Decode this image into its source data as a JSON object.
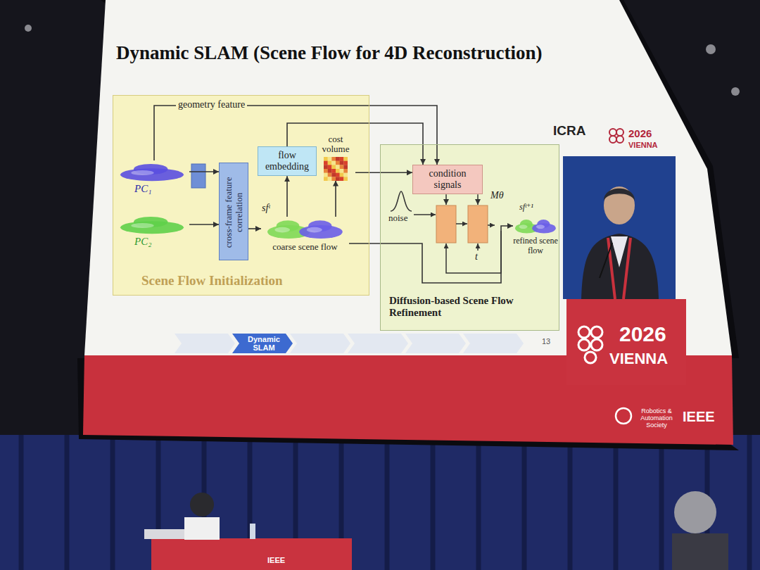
{
  "diagram": {
    "title": "Dynamic SLAM (Scene Flow for 4D Reconstruction)",
    "nodes": [
      {
        "text": [
          "Scene Flow Initialization"
        ]
      },
      {
        "text": [
          "PC₁"
        ],
        "in": 0
      },
      {
        "text": [
          "PC₂"
        ],
        "in": 0
      },
      {
        "text": [
          "cross-frame feature correlation"
        ],
        "in": 0
      },
      {
        "text": [
          "flow embedding"
        ],
        "in": 0
      },
      {
        "text": [
          "cost volume"
        ],
        "in": 0
      },
      {
        "text": [
          "coarse scene flow"
        ],
        "in": 0
      },
      {
        "text": [
          "Diffusion-based Scene Flow Refinement"
        ]
      },
      {
        "text": [
          "condition signals"
        ],
        "in": 7
      },
      {
        "text": [
          "refined scene flow"
        ],
        "in": 7
      }
    ],
    "edges": [
      {
        "from": 1,
        "to": 8,
        "label": "geometry feature",
        "arrow": "to"
      },
      {
        "from": 1,
        "to": 3,
        "arrow": "to"
      },
      {
        "from": 2,
        "to": 3,
        "arrow": "to"
      },
      {
        "from": 3,
        "to": 6,
        "arrow": "to"
      },
      {
        "from": 6,
        "to": 4,
        "arrow": "to"
      },
      {
        "from": 6,
        "to": 5,
        "arrow": "to"
      },
      {
        "from": 4,
        "to": 8,
        "arrow": "to"
      },
      {
        "from": 5,
        "to": 8,
        "arrow": "to"
      },
      {
        "from": 6,
        "to": 9,
        "arrow": "to"
      }
    ],
    "labels": [
      "sfᵗ",
      "noise",
      "Mθ",
      "t",
      "sfᵗ⁺¹",
      "Dynamic SLAM",
      "13",
      "ICRA",
      "2026",
      "VIENNA",
      "2026",
      "VIENNA",
      "Robotics & Automation Society",
      "IEEE",
      "IEEE"
    ]
  }
}
